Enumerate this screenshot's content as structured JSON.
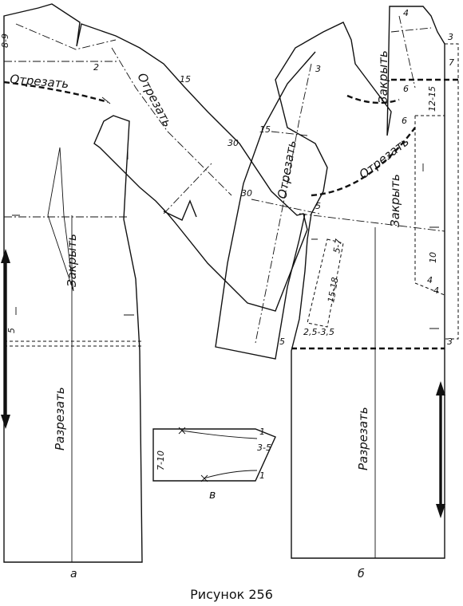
{
  "caption": "Рисунок 256",
  "panels": {
    "a": "а",
    "b": "б",
    "v": "в"
  },
  "labels": {
    "cut_off": "Отрезать",
    "close": "Закрыть",
    "slit": "Разрезать"
  },
  "measurements": {
    "m_8_9": "8-9",
    "m_2": "2",
    "m_15": "15",
    "m_30": "30",
    "m_5": "5",
    "m_3": "3",
    "m_4": "4",
    "m_7": "7",
    "m_6": "6",
    "m_12_15": "12-15",
    "m_10": "10",
    "m_5_7": "5-7",
    "m_15_18": "15-18",
    "m_2_5_3_5": "2,5-3,5",
    "m_7_10": "7-10",
    "m_3_5": "3-5",
    "m_1": "1"
  }
}
